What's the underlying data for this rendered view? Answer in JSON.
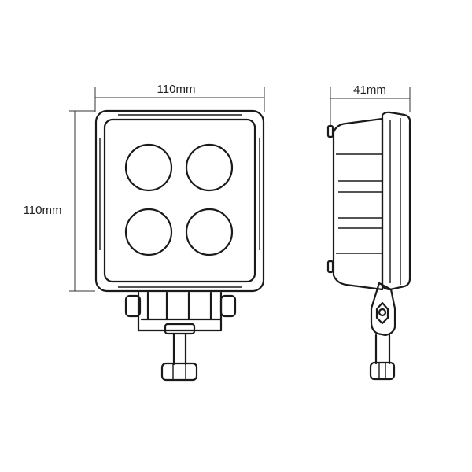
{
  "dimensions": {
    "front_width": "110mm",
    "front_height": "110mm",
    "side_depth": "41mm"
  },
  "colors": {
    "line": "#1a1a1a",
    "background": "#ffffff"
  }
}
